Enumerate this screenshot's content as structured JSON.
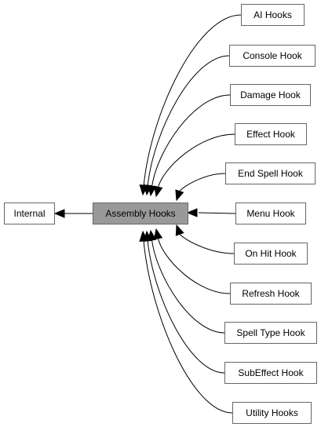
{
  "diagram": {
    "center": {
      "label": "Assembly Hooks",
      "fill": "#999999"
    },
    "parent": {
      "label": "Internal"
    },
    "hooks": [
      {
        "id": "ai-hooks",
        "label": "AI Hooks"
      },
      {
        "id": "console-hook",
        "label": "Console Hook"
      },
      {
        "id": "damage-hook",
        "label": "Damage Hook"
      },
      {
        "id": "effect-hook",
        "label": "Effect Hook"
      },
      {
        "id": "end-spell-hook",
        "label": "End Spell Hook"
      },
      {
        "id": "menu-hook",
        "label": "Menu Hook"
      },
      {
        "id": "on-hit-hook",
        "label": "On Hit Hook"
      },
      {
        "id": "refresh-hook",
        "label": "Refresh Hook"
      },
      {
        "id": "spell-type-hook",
        "label": "Spell Type Hook"
      },
      {
        "id": "subeffect-hook",
        "label": "SubEffect Hook"
      },
      {
        "id": "utility-hooks",
        "label": "Utility Hooks"
      }
    ],
    "colors": {
      "node_fill": "#ffffff",
      "node_border": "#666666",
      "center_fill": "#999999",
      "edge": "#000000"
    }
  }
}
